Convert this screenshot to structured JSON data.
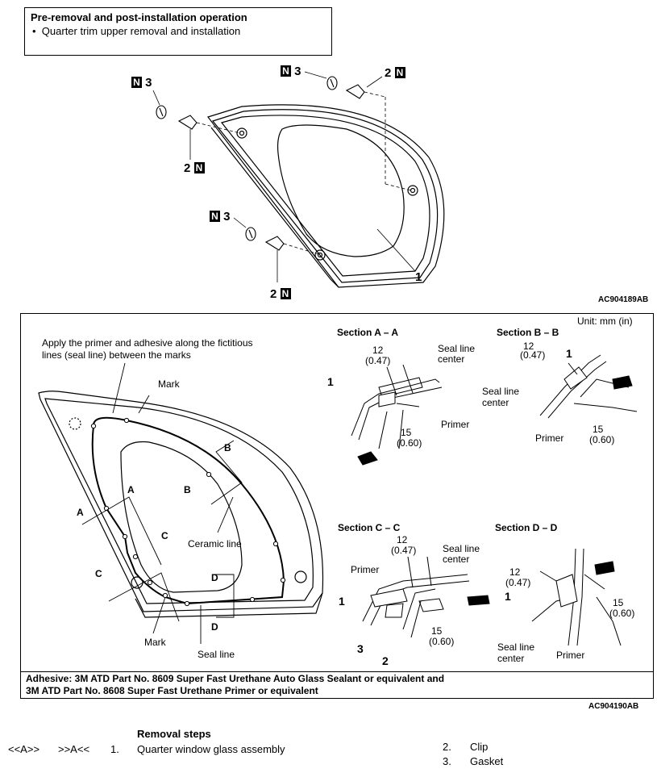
{
  "pre_removal": {
    "title": "Pre-removal and post-installation operation",
    "bullet": "•",
    "item": "Quarter trim upper removal and installation"
  },
  "callouts": {
    "n_mark": "N",
    "three": "3",
    "two": "2",
    "one": "1"
  },
  "codes": {
    "top": "AC904189AB",
    "bottom": "AC904190AB"
  },
  "diagram": {
    "unit": "Unit: mm (in)",
    "apply_note_1": "Apply the primer and adhesive along the fictitious",
    "apply_note_2": "lines (seal line) between the marks",
    "mark": "Mark",
    "ceramic_line": "Ceramic line",
    "seal_line": "Seal line",
    "letters": {
      "a": "A",
      "b": "B",
      "c": "C",
      "d": "D"
    },
    "section_aa": "Section A – A",
    "section_bb": "Section B – B",
    "section_cc": "Section C – C",
    "section_dd": "Section D – D",
    "seal_line_center_1": "Seal line",
    "seal_line_center_2": "center",
    "primer": "Primer",
    "dim_12": "12",
    "dim_12_in": "(0.47)",
    "dim_15": "15",
    "dim_15_in": "(0.60)",
    "n1": "1",
    "n2": "2",
    "n3": "3"
  },
  "adhesive": {
    "line1": "Adhesive: 3M ATD Part No. 8609 Super Fast Urethane Auto Glass Sealant or equivalent and",
    "line2": "3M ATD Part No. 8608 Super Fast Urethane Primer or equivalent"
  },
  "removal": {
    "heading": "Removal steps",
    "marker_a_removal": "<<A>>",
    "marker_a_install": ">>A<<",
    "steps": [
      {
        "num": "1.",
        "label": "Quarter window glass assembly"
      },
      {
        "num": "2.",
        "label": "Clip"
      },
      {
        "num": "3.",
        "label": "Gasket"
      }
    ]
  }
}
